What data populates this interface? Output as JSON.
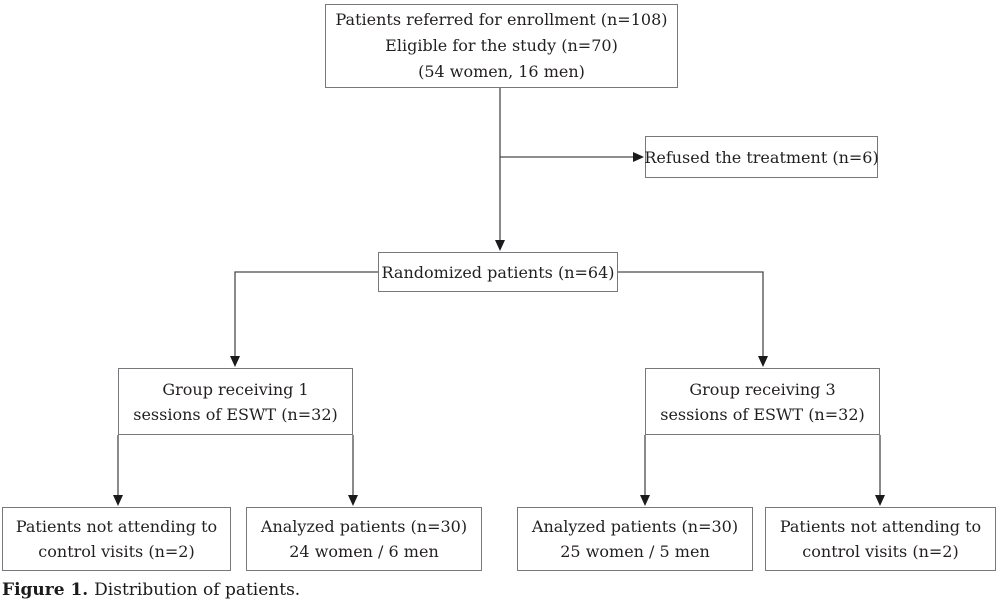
{
  "figure": {
    "caption": {
      "label": "Figure 1.",
      "text": "Distribution of patients."
    }
  },
  "flowchart": {
    "nodes": {
      "enrollment": {
        "lines": [
          "Patients referred for enrollment (n=108)",
          "Eligible for the study (n=70)",
          "(54 women, 16 men)"
        ]
      },
      "refused": {
        "lines": [
          "Refused the treatment (n=6)"
        ]
      },
      "randomized": {
        "lines": [
          "Randomized patients (n=64)"
        ]
      },
      "group_1_session": {
        "lines": [
          "Group receiving 1",
          "sessions of ESWT (n=32)"
        ]
      },
      "group_3_sessions": {
        "lines": [
          "Group receiving 3",
          "sessions of ESWT (n=32)"
        ]
      },
      "dropout_left": {
        "lines": [
          "Patients not attending to",
          "control visits (n=2)"
        ]
      },
      "analyzed_left": {
        "lines": [
          "Analyzed patients (n=30)",
          "24 women / 6 men"
        ]
      },
      "analyzed_right": {
        "lines": [
          "Analyzed patients (n=30)",
          "25 women / 5 men"
        ]
      },
      "dropout_right": {
        "lines": [
          "Patients not attending to",
          "control visits (n=2)"
        ]
      }
    }
  },
  "colors": {
    "background": "#ffffff",
    "box_border": "#77787b",
    "text": "#231f20",
    "connector_line": "#4a4a4c",
    "arrowhead": "#1b1b1d"
  }
}
